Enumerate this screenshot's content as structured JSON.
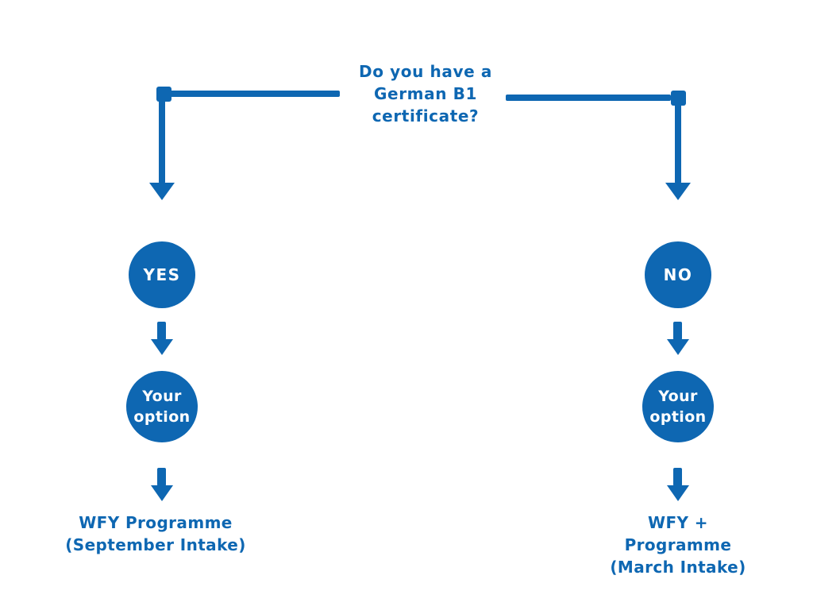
{
  "colors": {
    "accent": "#0e67b2",
    "background": "#ffffff",
    "node_text": "#ffffff"
  },
  "flowchart": {
    "question": "Do you have a\nGerman B1\ncertificate?",
    "branches": [
      {
        "id": "yes",
        "decision_label": "YES",
        "option_label": "Your option",
        "outcome": "WFY Programme\n(September Intake)"
      },
      {
        "id": "no",
        "decision_label": "NO",
        "option_label": "Your option",
        "outcome": "WFY +\nProgramme\n(March Intake)"
      }
    ]
  }
}
